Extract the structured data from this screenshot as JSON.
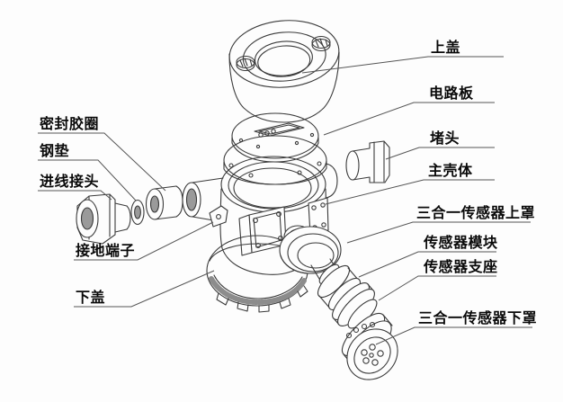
{
  "diagram": {
    "type": "exploded-view",
    "background": "#fdfdfd",
    "line_color": "#3a3a3a",
    "leader_color": "#555555",
    "text_color": "#0a0a0a"
  },
  "parts": {
    "top_cover": "上盖",
    "circuit_board": "电路板",
    "plug": "堵头",
    "main_housing": "主壳体",
    "sensor_upper_cover": "三合一传感器上罩",
    "sensor_module": "传感器模块",
    "sensor_support": "传感器支座",
    "sensor_lower_cover": "三合一传感器下罩",
    "seal_ring": "密封胶圈",
    "steel_washer": "钢垫",
    "cable_gland": "进线接头",
    "ground_terminal": "接地端子",
    "bottom_cover": "下盖"
  }
}
